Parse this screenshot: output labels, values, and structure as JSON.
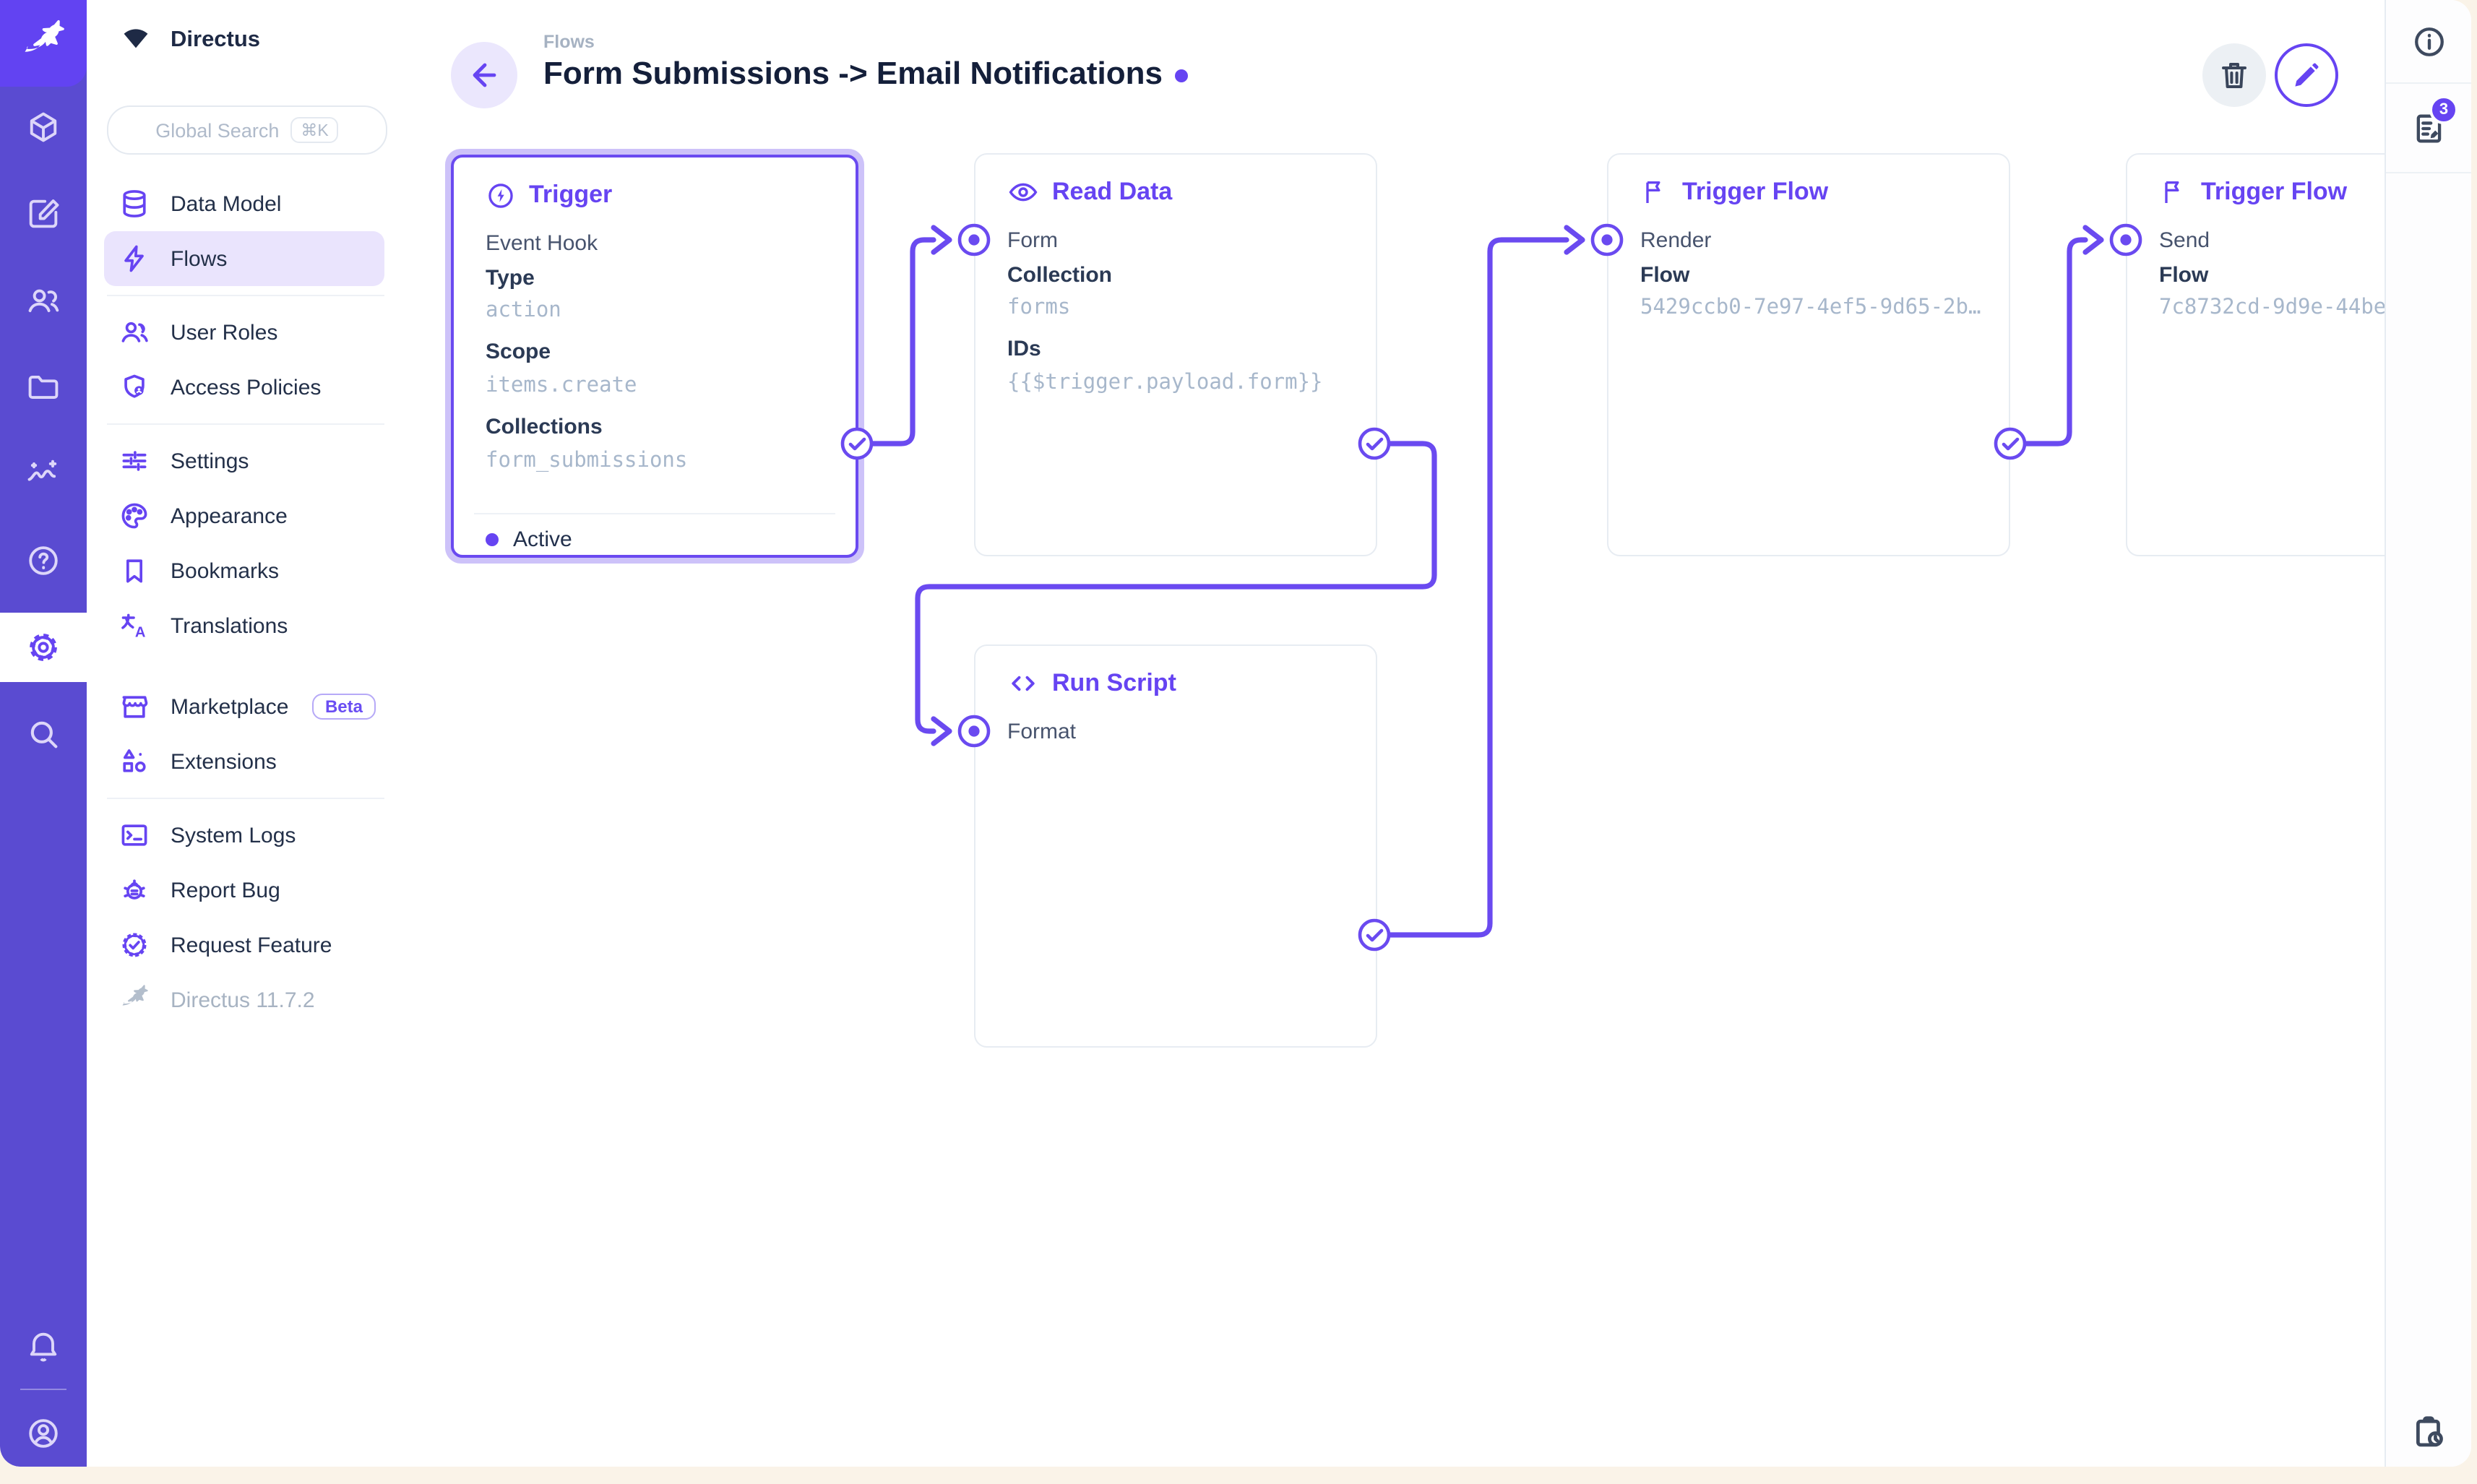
{
  "colors": {
    "accent": "#6644F2",
    "module_bar": "#5A4BD1",
    "logo_background": "#6243F2",
    "nav_active_background": "#EAE4FD",
    "selection_halo": "#CDC2F9",
    "mono_value_text": "#A7B7CB",
    "status_active": "#6644F2",
    "badge": "#6644F2"
  },
  "module_bar": {
    "logo_icon": "directus-rabbit-icon",
    "items": [
      {
        "icon": "content-cube-icon"
      },
      {
        "icon": "editor-compose-icon"
      },
      {
        "icon": "users-icon"
      },
      {
        "icon": "files-folder-icon"
      },
      {
        "icon": "insights-sparkline-icon"
      },
      {
        "icon": "help-question-icon"
      },
      {
        "icon": "settings-gear-icon",
        "active": true
      },
      {
        "icon": "search-icon"
      }
    ],
    "bottom": [
      {
        "icon": "notifications-bell-icon"
      },
      {
        "icon": "account-circle-icon"
      }
    ]
  },
  "sidebar": {
    "brand": "Directus",
    "brand_icon": "fan-icon",
    "search": {
      "placeholder": "Global Search",
      "shortcut": "⌘K"
    },
    "items": [
      {
        "label": "Data Model",
        "icon": "database-icon"
      },
      {
        "label": "Flows",
        "icon": "bolt-icon",
        "active": true
      },
      {
        "label": "User Roles",
        "icon": "user-roles-icon"
      },
      {
        "label": "Access Policies",
        "icon": "shield-user-icon"
      },
      {
        "label": "Settings",
        "icon": "tune-sliders-icon"
      },
      {
        "label": "Appearance",
        "icon": "palette-icon"
      },
      {
        "label": "Bookmarks",
        "icon": "bookmark-icon"
      },
      {
        "label": "Translations",
        "icon": "translate-icon"
      },
      {
        "label": "Marketplace",
        "icon": "storefront-icon",
        "badge": "Beta"
      },
      {
        "label": "Extensions",
        "icon": "shapes-icon"
      },
      {
        "label": "System Logs",
        "icon": "terminal-icon"
      },
      {
        "label": "Report Bug",
        "icon": "bug-icon"
      },
      {
        "label": "Request Feature",
        "icon": "feature-badge-icon"
      }
    ],
    "version": {
      "label": "Directus 11.7.2",
      "icon": "rabbit-grey-icon"
    }
  },
  "header": {
    "back_icon": "arrow-left-icon",
    "breadcrumb": "Flows",
    "title": "Form Submissions -> Email Notifications",
    "actions": {
      "delete_icon": "trash-icon",
      "edit_icon": "pencil-icon"
    }
  },
  "canvas": {
    "trigger": {
      "title": "Trigger",
      "icon": "bolt-circle-icon",
      "type_label": "Event Hook",
      "fields": [
        {
          "name": "Type",
          "value": "action"
        },
        {
          "name": "Scope",
          "value": "items.create"
        },
        {
          "name": "Collections",
          "value": "form_submissions"
        }
      ],
      "status": "Active"
    },
    "read_data": {
      "title": "Read Data",
      "icon": "eye-icon",
      "input": "Form",
      "fields": [
        {
          "name": "Collection",
          "value": "forms"
        },
        {
          "name": "IDs",
          "value": "{{$trigger.payload.form}}"
        }
      ]
    },
    "run_script": {
      "title": "Run Script",
      "icon": "code-icon",
      "input": "Format"
    },
    "trigger_flow_render": {
      "title": "Trigger Flow",
      "icon": "flag-icon",
      "input": "Render",
      "fields": [
        {
          "name": "Flow",
          "value": "5429ccb0-7e97-4ef5-9d65-2b…"
        }
      ]
    },
    "trigger_flow_send": {
      "title": "Trigger Flow",
      "icon": "flag-icon",
      "input": "Send",
      "fields": [
        {
          "name": "Flow",
          "value": "7c8732cd-9d9e-44be"
        }
      ]
    }
  },
  "right_sidebar": {
    "info_icon": "info-icon",
    "logs_icon": "activity-log-icon",
    "logs_badge": "3",
    "bottom_icon": "clipboard-clock-icon"
  }
}
